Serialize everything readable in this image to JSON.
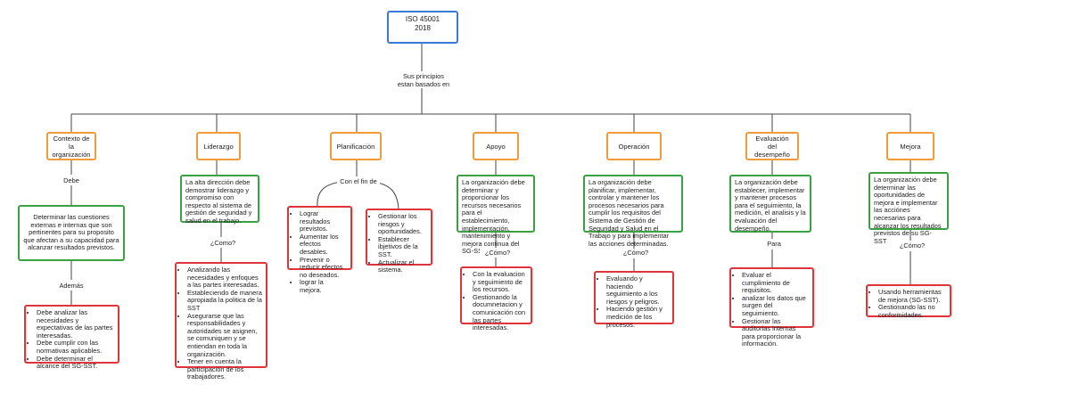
{
  "root": {
    "title": "ISO 45001",
    "year": "2018"
  },
  "connector": "Sus principios estan basados en",
  "branches": [
    {
      "title": "Contexto de la organización",
      "label1": "Debe",
      "description": "Determinar las cuestiones externas e internas que son pertinentes para su proposito que afectan a su capacidad para alcanzar resultados previstos.",
      "label2": "Además",
      "items": [
        "Debe analizar las necesidades y expectativas de las partes interesadas.",
        "Debe cumplir con las normativas aplicables.",
        "Debe determinar el alcance del SG-SST."
      ]
    },
    {
      "title": "Liderazgo",
      "description": "La alta dirección debe demostrar liderazgo y compromiso con respecto al sistema de gestión de seguridad y salud en el trabajo.",
      "label2": "¿Como?",
      "items": [
        "Analizando las necesidades y enfoques a las partes interesadas.",
        "Estableciendo de manera apropiada la politica de la SST",
        "Asegurarse que las responsabilidades y autoridades se asignen, se comuniquen y se entiendan en toda la organización.",
        "Tener en cuenta la participación de los trabajadores."
      ]
    },
    {
      "title": "Planificación",
      "label1": "Con el fin de",
      "items_left": [
        "Lograr resultados previstos.",
        "Aumentar los efectos desables.",
        "Prevenir o reducir efectos no deseados.",
        "lograr la mejora."
      ],
      "items_right": [
        "Gestionar los riesgos y oportunidades.",
        "Establecer ibjetivos de la SST.",
        "Actualizar el sistema."
      ]
    },
    {
      "title": "Apoyo",
      "description": "La organización debe determinar y proporcionar los recursos necesarios para el establecimiento, implementación, mantenimiento y mejora continua del SG-SST",
      "label2": "¿Cómo?",
      "items": [
        "Con la evaluacion y seguimiento de los recursos.",
        "Gestionando la documnetacion y comunicación con las partes interesadas."
      ]
    },
    {
      "title": "Operación",
      "description": "La organización debe planificar, implementar, controlar y mantener los procesos necesarios para cumplir los requisitos del Sistema de Gestión de Seguridad y Salud en el Trabajo y para implementar las acciones determinadas.",
      "label2": "¿Cómo?",
      "items": [
        "Evaluando y haciendo seguimiento a los riesgos y peligros.",
        "Haciendo gestión y medición de los procesos."
      ]
    },
    {
      "title": "Evaluación del desempeño",
      "description": "La organización debe establecer, implementar y mantener procesos para el seguimiento, la medición, el analisis y la evaluación del desempeño.",
      "label2": "Para",
      "items": [
        "Evaluar el cumplimiento de requisitos.",
        "analizar los datos que surgen del seguimiento.",
        "Gestionar las auditorias internas para proporcionar la información."
      ]
    },
    {
      "title": "Mejora",
      "description": "La organización debe determinar las oportunidades de mejora e implementar las acciónes necesarias para alcanzar los resultados previstos de su SG-SST",
      "label2": "¿Cómo?",
      "items": [
        "Usando herramientas de mejora (SG-SST).",
        "Gestionando las no conformidades."
      ]
    }
  ]
}
